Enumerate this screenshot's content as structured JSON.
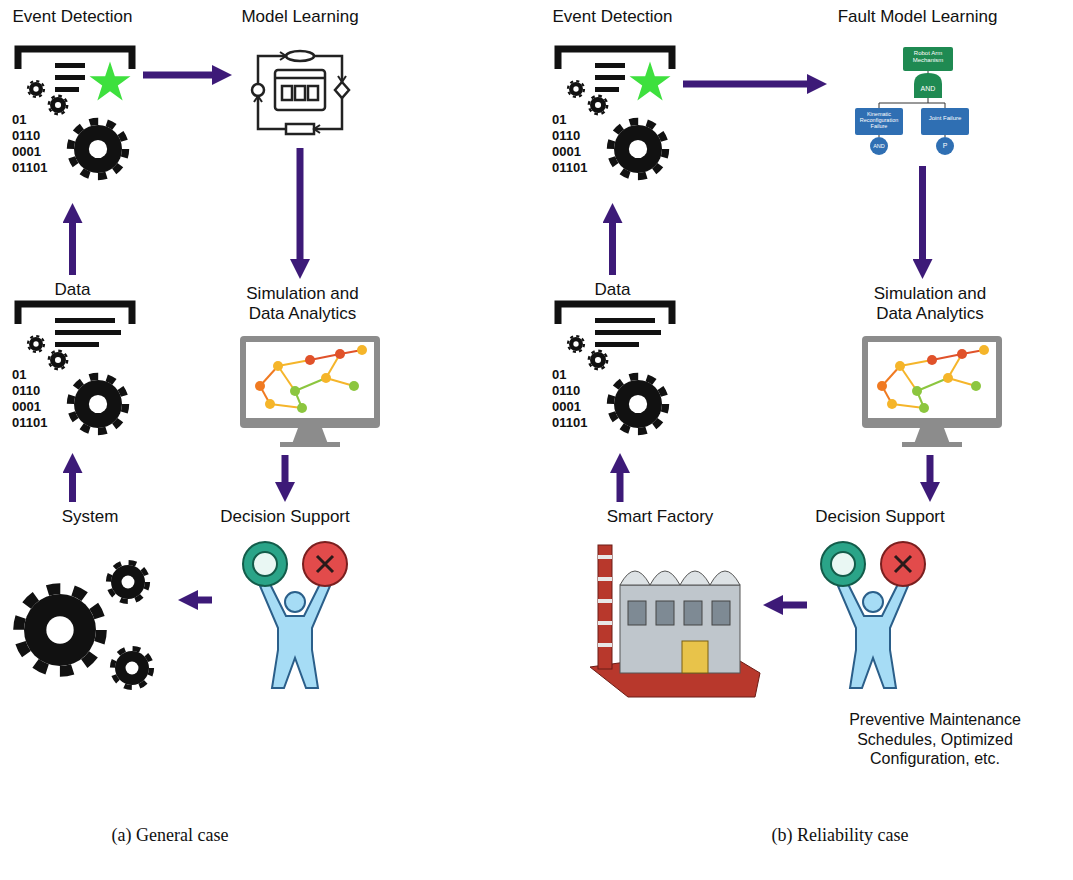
{
  "diagram": {
    "nodes": [
      {
        "text": [
          "Event Detection"
        ]
      },
      {
        "text": [
          "Model Learning"
        ]
      },
      {
        "text": [
          "Data"
        ]
      },
      {
        "text": [
          "Simulation and Data Analytics"
        ]
      },
      {
        "text": [
          "System"
        ]
      },
      {
        "text": [
          "Decision Support"
        ]
      },
      {
        "text": [
          "Event Detection"
        ]
      },
      {
        "text": [
          "Fault Model Learning"
        ]
      },
      {
        "text": [
          "Data"
        ]
      },
      {
        "text": [
          "Simulation and Data Analytics"
        ]
      },
      {
        "text": [
          "Smart Factory"
        ]
      },
      {
        "text": [
          "Decision Support",
          "Preventive Maintenance Schedules, Optimized Configuration, etc."
        ]
      }
    ],
    "edges": [
      {
        "from": 2,
        "to": 0,
        "arrow": "to"
      },
      {
        "from": 0,
        "to": 1,
        "arrow": "to"
      },
      {
        "from": 1,
        "to": 3,
        "arrow": "to"
      },
      {
        "from": 3,
        "to": 5,
        "arrow": "to"
      },
      {
        "from": 5,
        "to": 4,
        "arrow": "to"
      },
      {
        "from": 4,
        "to": 2,
        "arrow": "to"
      },
      {
        "from": 8,
        "to": 6,
        "arrow": "to"
      },
      {
        "from": 6,
        "to": 7,
        "arrow": "to"
      },
      {
        "from": 7,
        "to": 9,
        "arrow": "to"
      },
      {
        "from": 9,
        "to": 11,
        "arrow": "to"
      },
      {
        "from": 11,
        "to": 10,
        "arrow": "to"
      },
      {
        "from": 10,
        "to": 8,
        "arrow": "to"
      }
    ],
    "labels": [
      "01",
      "0110",
      "0001",
      "01101",
      "01",
      "0110",
      "0001",
      "01101",
      "01",
      "0110",
      "0001",
      "01101",
      "01",
      "0110",
      "0001",
      "01101",
      "Robot Arm Mechanism",
      "AND",
      "Kinematic Reconfiguration Failure",
      "Joint Failure",
      "AND",
      "P",
      "(a) General case",
      "(b) Reliability case"
    ]
  }
}
